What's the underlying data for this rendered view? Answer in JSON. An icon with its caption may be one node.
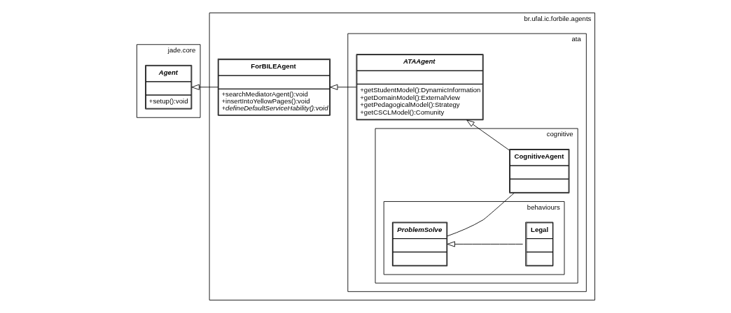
{
  "diagram": {
    "nodes": [
      {
        "text": [
          "br.ufal.ic.forbile.agents"
        ]
      },
      {
        "text": [
          "ata"
        ],
        "in": 0
      },
      {
        "text": [
          "ATAAgent",
          "+getStudentModel():DynamicInformation +getDomainModel():ExternalView +getPedagogicalModel():Strategy +getCSCLModel():Comunity"
        ],
        "in": 1
      },
      {
        "text": [
          "cognitive"
        ],
        "in": 1
      },
      {
        "text": [
          "CognitiveAgent"
        ],
        "in": 3
      },
      {
        "text": [
          "behaviours"
        ],
        "in": 3
      },
      {
        "text": [
          "ProblemSolve"
        ],
        "in": 5
      },
      {
        "text": [
          "Legal"
        ],
        "in": 5
      },
      {
        "text": [
          "ForBILEAgent",
          "+searchMediatorAgent():void +insertIntoYellowPages():void *+defineDefaultServiceHability():void*"
        ],
        "in": 0
      },
      {
        "text": [
          "jade.core"
        ]
      },
      {
        "text": [
          "Agent",
          "+setup():void"
        ],
        "in": 9
      }
    ],
    "edges": [
      {
        "from": 4,
        "to": 2,
        "arrow": "to"
      },
      {
        "from": 4,
        "to": 6,
        "arrow": "none"
      },
      {
        "from": 7,
        "to": 6,
        "arrow": "to"
      },
      {
        "from": 2,
        "to": 8,
        "arrow": "to"
      },
      {
        "from": 8,
        "to": 10,
        "arrow": "to"
      }
    ]
  }
}
